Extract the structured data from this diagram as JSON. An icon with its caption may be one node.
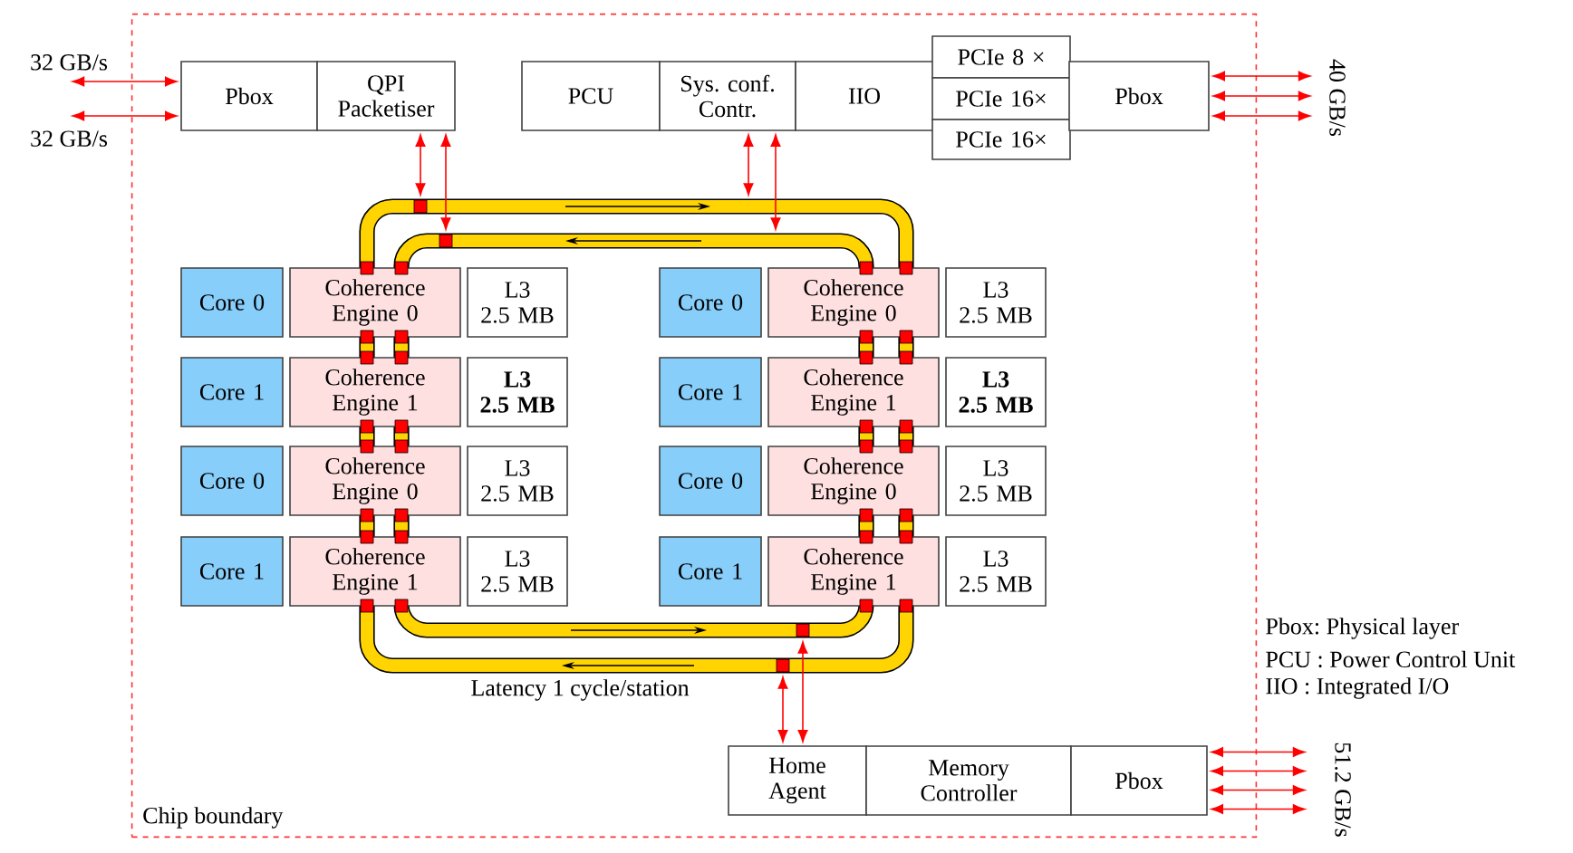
{
  "diagram": {
    "nodes": [
      {
        "text": [
          "Chip boundary"
        ]
      },
      {
        "text": [
          "Pbox"
        ],
        "in": 0
      },
      {
        "text": [
          "QPI Packetiser"
        ],
        "in": 0
      },
      {
        "text": [
          "PCU"
        ],
        "in": 0
      },
      {
        "text": [
          "Sys. conf. Contr."
        ],
        "in": 0
      },
      {
        "text": [
          "IIO"
        ],
        "in": 0
      },
      {
        "text": [
          "PCIe 8 ×"
        ],
        "in": 0
      },
      {
        "text": [
          "PCIe 16×"
        ],
        "in": 0
      },
      {
        "text": [
          "PCIe 16×"
        ],
        "in": 0
      },
      {
        "text": [
          "Pbox"
        ],
        "in": 0
      },
      {
        "text": [],
        "shape": "ring",
        "in": 0
      },
      {
        "text": [],
        "shape": "ring",
        "in": 10
      },
      {
        "text": [
          "Core 0"
        ],
        "in": 0
      },
      {
        "text": [
          "Coherence Engine 0"
        ],
        "in": 0
      },
      {
        "text": [
          "L3",
          "2.5 MB"
        ],
        "in": 11
      },
      {
        "text": [
          "Core 0"
        ],
        "in": 11
      },
      {
        "text": [
          "Coherence Engine 0"
        ],
        "in": 0
      },
      {
        "text": [
          "L3",
          "2.5 MB"
        ],
        "in": 0
      },
      {
        "text": [
          "Core 1"
        ],
        "in": 0
      },
      {
        "text": [
          "Coherence Engine 1"
        ],
        "in": 0
      },
      {
        "text": [
          "**L3**",
          "**2.5 MB**"
        ],
        "in": 11
      },
      {
        "text": [
          "Core 1"
        ],
        "in": 11
      },
      {
        "text": [
          "Coherence Engine 1"
        ],
        "in": 0
      },
      {
        "text": [
          "**L3**",
          "**2.5 MB**"
        ],
        "in": 0
      },
      {
        "text": [
          "Core 0"
        ],
        "in": 0
      },
      {
        "text": [
          "Coherence Engine 0"
        ],
        "in": 0
      },
      {
        "text": [
          "L3",
          "2.5 MB"
        ],
        "in": 11
      },
      {
        "text": [
          "Core 0"
        ],
        "in": 11
      },
      {
        "text": [
          "Coherence Engine 0"
        ],
        "in": 0
      },
      {
        "text": [
          "L3",
          "2.5 MB"
        ],
        "in": 0
      },
      {
        "text": [
          "Core 1"
        ],
        "in": 0
      },
      {
        "text": [
          "Coherence Engine 1"
        ],
        "in": 0
      },
      {
        "text": [
          "L3",
          "2.5 MB"
        ],
        "in": 11
      },
      {
        "text": [
          "Core 1"
        ],
        "in": 11
      },
      {
        "text": [
          "Coherence Engine 1"
        ],
        "in": 0
      },
      {
        "text": [
          "L3",
          "2.5 MB"
        ],
        "in": 0
      },
      {
        "text": [
          "Home Agent"
        ],
        "in": 0
      },
      {
        "text": [
          "Memory Controller"
        ],
        "in": 0
      },
      {
        "text": [
          "Pbox"
        ],
        "in": 0
      },
      {
        "text": [
          "32 GB/s"
        ]
      },
      {
        "text": [
          "32 GB/s"
        ]
      },
      {
        "text": [
          "40 GB/s"
        ]
      },
      {
        "text": [
          "51.2 GB/s"
        ]
      }
    ],
    "edges": [
      {
        "from": 39,
        "to": 1,
        "arrow": "both"
      },
      {
        "from": 40,
        "to": 1,
        "arrow": "both"
      },
      {
        "from": 2,
        "to": 10,
        "arrow": "both"
      },
      {
        "from": 2,
        "to": 11,
        "arrow": "both"
      },
      {
        "from": 4,
        "to": 10,
        "arrow": "both"
      },
      {
        "from": 4,
        "to": 11,
        "arrow": "both"
      },
      {
        "from": 9,
        "to": 41,
        "arrow": "both"
      },
      {
        "from": 9,
        "to": 41,
        "arrow": "both"
      },
      {
        "from": 9,
        "to": 41,
        "arrow": "both"
      },
      {
        "from": 36,
        "to": 10,
        "arrow": "both"
      },
      {
        "from": 36,
        "to": 11,
        "arrow": "both"
      },
      {
        "from": 38,
        "to": 42,
        "arrow": "both"
      },
      {
        "from": 38,
        "to": 42,
        "arrow": "both"
      },
      {
        "from": 38,
        "to": 42,
        "arrow": "both"
      },
      {
        "from": 38,
        "to": 42,
        "arrow": "both"
      }
    ],
    "labels": [
      "Latency 1 cycle/station",
      "Pbox: Physical layer",
      "PCU : Power Control Unit",
      "IIO : Integrated I/O"
    ]
  }
}
